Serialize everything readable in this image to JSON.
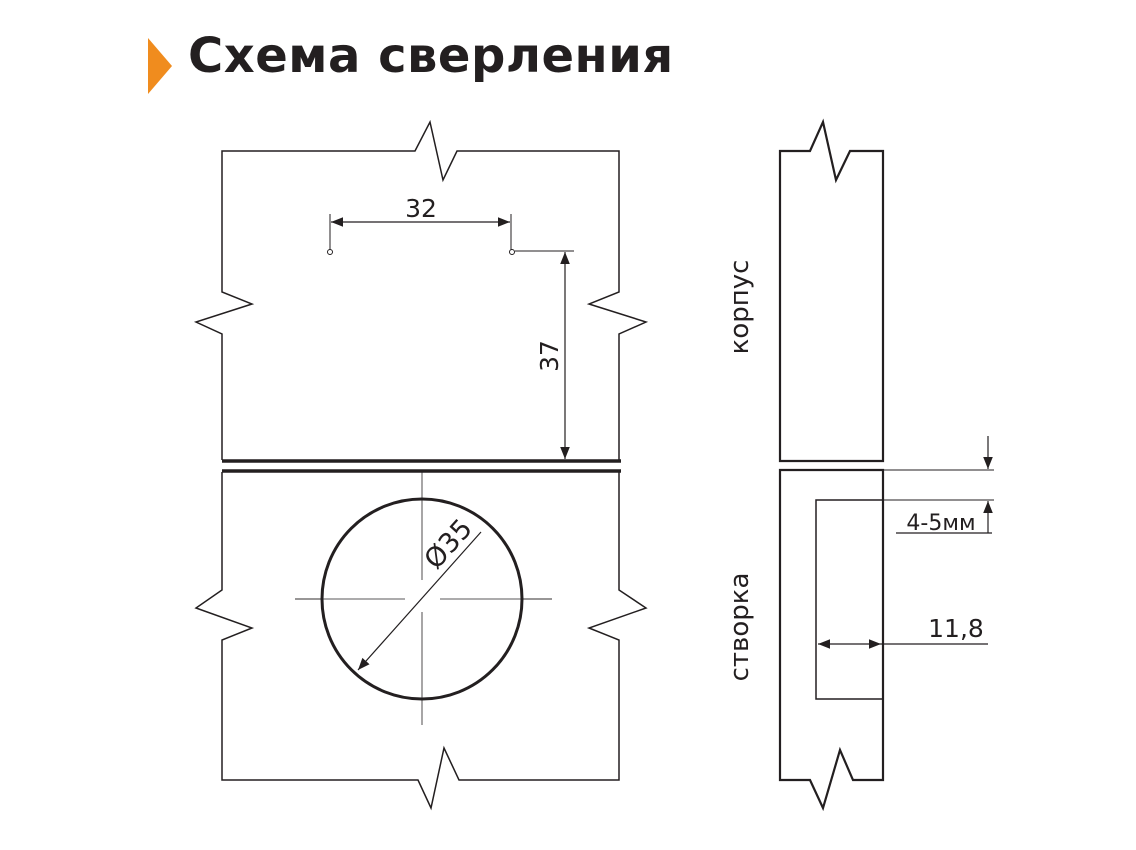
{
  "title": "Схема сверления",
  "accent_color": "#f08c1e",
  "line_color": "#231f20",
  "labels": {
    "hole_spacing": "32",
    "hole_offset": "37",
    "cup_diameter": "Ø35",
    "body_label": "корпус",
    "door_label": "створка",
    "edge_distance": "4-5мм",
    "cup_depth": "11,8"
  }
}
